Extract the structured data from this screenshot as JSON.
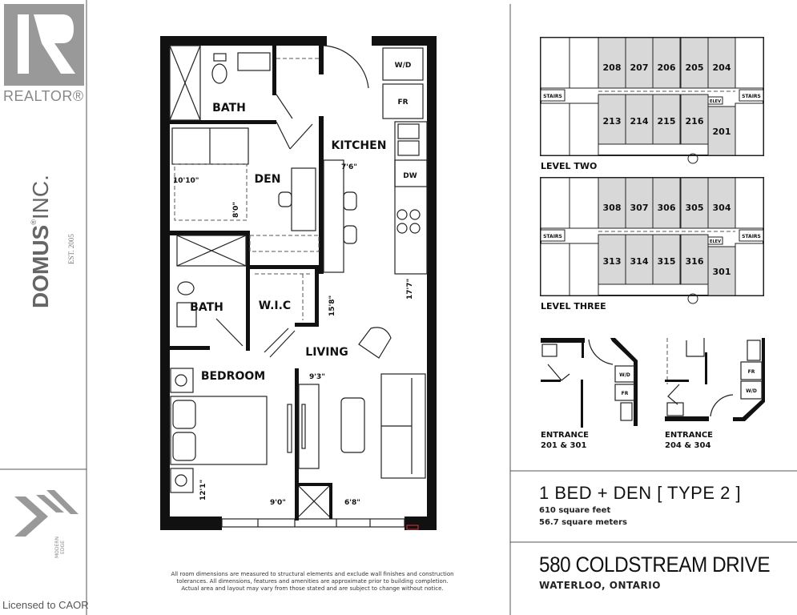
{
  "branding": {
    "realtor": "REALTOR®",
    "domus_bold": "DOMUS",
    "domus_reg": "®",
    "domus_inc": "INC.",
    "domus_est": "EST. 2005",
    "modern_edge_1": "MODERN",
    "modern_edge_2": "EDGE",
    "license": "Licensed to CAOR"
  },
  "floorplan": {
    "rooms": {
      "bath_1": "BATH",
      "kitchen": "KITCHEN",
      "den": "DEN",
      "bath_2": "BATH",
      "wic": "W.I.C",
      "living": "LIVING",
      "bedroom": "BEDROOM",
      "wd": "W/D",
      "fr": "FR",
      "dw": "DW"
    },
    "dimensions": {
      "den_width": "10'10\"",
      "kitchen_width": "7'6\"",
      "den_depth": "8'0\"",
      "living_depth": "15'8\"",
      "kitchen_depth": "17'7\"",
      "living_width": "9'3\"",
      "bedroom_depth": "12'1\"",
      "bedroom_width": "9'0\"",
      "living_lower_width": "6'8\""
    },
    "disclaimer": [
      "All room dimensions are measured to structural elements and exclude wall finishes and construction",
      "tolerances. All dimensions, features and amenities are approximate prior to building completion.",
      "Actual area and layout may vary from those stated and are subject to change without notice."
    ]
  },
  "key_plans": [
    {
      "label": "LEVEL TWO",
      "top_units": [
        "208",
        "207",
        "206",
        "205",
        "204"
      ],
      "bottom_units": [
        "213",
        "214",
        "215",
        "216"
      ],
      "corner_unit": "201",
      "stairs": "STAIRS",
      "elev": "ELEV",
      "highlight_color": "#d8d8d8"
    },
    {
      "label": "LEVEL THREE",
      "top_units": [
        "308",
        "307",
        "306",
        "305",
        "304"
      ],
      "bottom_units": [
        "313",
        "314",
        "315",
        "316"
      ],
      "corner_unit": "301",
      "stairs": "STAIRS",
      "elev": "ELEV",
      "highlight_color": "#d8d8d8"
    }
  ],
  "entrances": [
    {
      "line1": "ENTRANCE",
      "line2": "201 & 301",
      "wd": "W/D",
      "fr": "FR"
    },
    {
      "line1": "ENTRANCE",
      "line2": "204 & 304",
      "wd": "W/D",
      "fr": "FR"
    }
  ],
  "info": {
    "type_title": "1 BED + DEN [ TYPE 2 ]",
    "sqft": "610 square feet",
    "sqm": "56.7 square meters",
    "address": "580 COLDSTREAM DRIVE",
    "city": "WATERLOO, ONTARIO"
  }
}
